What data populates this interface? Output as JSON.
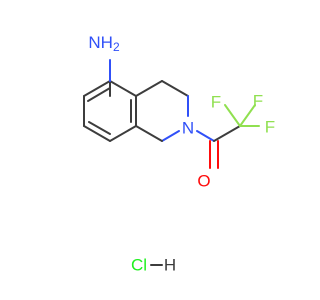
{
  "structure": {
    "colors": {
      "carbon_bond": "#3d3d3d",
      "nitrogen": "#3050f8",
      "oxygen": "#ff0d0d",
      "fluorine": "#90e050",
      "chlorine": "#1ff01f",
      "hydrogen": "#3d3d3d"
    },
    "labels": {
      "amine": "NH",
      "amine_subscript": "2",
      "ring_nitrogen": "N",
      "carbonyl_oxygen": "O",
      "fluorine_top_left": "F",
      "fluorine_top_right": "F",
      "fluorine_right": "F",
      "chloride": "Cl",
      "salt_hydrogen": "H"
    }
  }
}
